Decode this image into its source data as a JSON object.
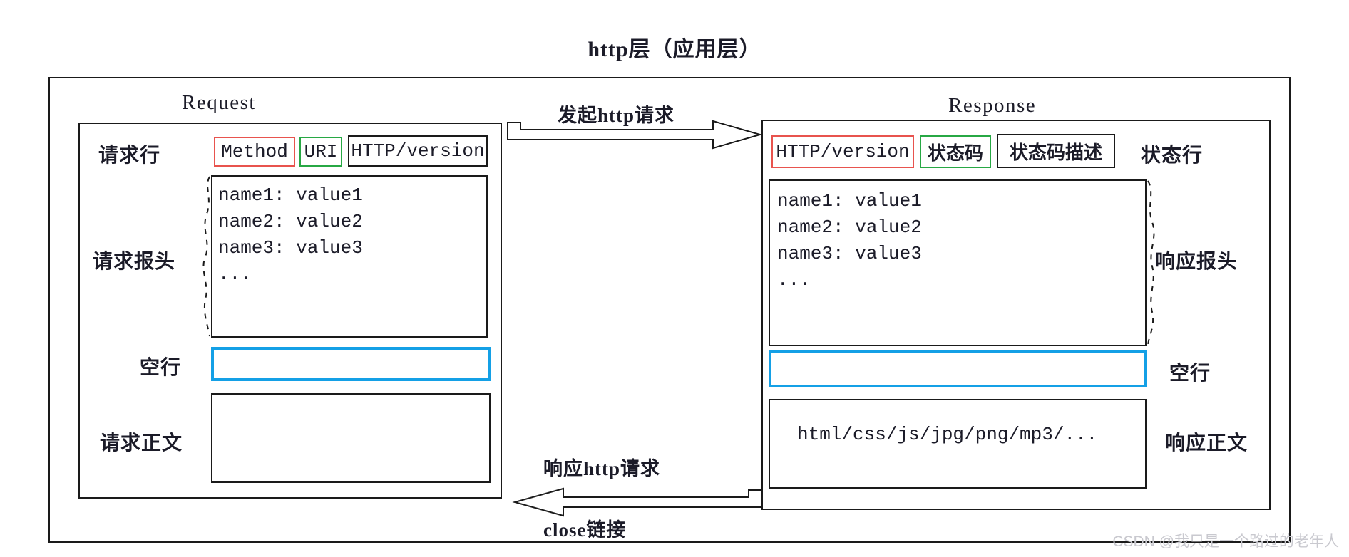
{
  "title": "http层（应用层）",
  "request": {
    "heading": "Request",
    "request_line": {
      "label": "请求行",
      "method": "Method",
      "uri": "URI",
      "version": "HTTP/version",
      "method_color": "#e8534e",
      "uri_color": "#27a844",
      "version_color": "#1a1a1a"
    },
    "headers": {
      "label": "请求报头",
      "lines": [
        "name1: value1",
        "name2: value2",
        "name3: value3",
        "..."
      ]
    },
    "blank_line": {
      "label": "空行",
      "color": "#14a0e6"
    },
    "body": {
      "label": "请求正文",
      "content": ""
    }
  },
  "response": {
    "heading": "Response",
    "status_line": {
      "label": "状态行",
      "version": "HTTP/version",
      "status_code": "状态码",
      "status_desc": "状态码描述",
      "version_color": "#e8534e",
      "status_code_color": "#27a844",
      "status_desc_color": "#1a1a1a"
    },
    "headers": {
      "label": "响应报头",
      "lines": [
        "name1: value1",
        "name2: value2",
        "name3: value3",
        "..."
      ]
    },
    "blank_line": {
      "label": "空行",
      "color": "#14a0e6"
    },
    "body": {
      "label": "响应正文",
      "content": "html/css/js/jpg/png/mp3/..."
    }
  },
  "arrows": {
    "request_arrow_label": "发起http请求",
    "response_arrow_label": "响应http请求",
    "close_label": "close链接"
  },
  "watermark": "CSDN @我只是一个路过的老年人"
}
